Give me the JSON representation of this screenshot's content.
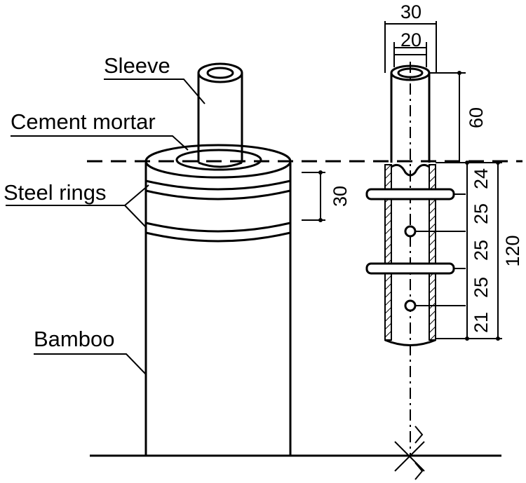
{
  "labels": {
    "sleeve": "Sleeve",
    "cement_mortar": "Cement mortar",
    "steel_rings": "Steel rings",
    "bamboo": "Bamboo"
  },
  "dimensions": {
    "outer_diameter": "30",
    "inner_diameter": "20",
    "sleeve_exposed_length": "60",
    "ring_spacing": "30",
    "embedded_total": "120",
    "segment_1": "24",
    "segment_2": "25",
    "segment_3": "25",
    "segment_4": "25",
    "segment_5": "21",
    "segment_2b": "25",
    "segment_3b": "25",
    "segment_4b": "25"
  }
}
